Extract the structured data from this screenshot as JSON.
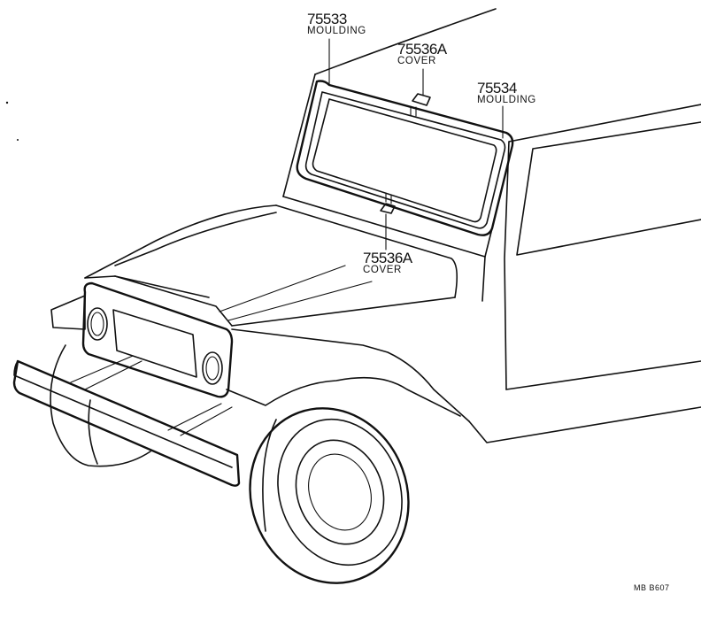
{
  "callouts": [
    {
      "part_number": "75533",
      "name": "MOULDING"
    },
    {
      "part_number": "75536A",
      "name": "COVER"
    },
    {
      "part_number": "75534",
      "name": "MOULDING"
    },
    {
      "part_number": "75536A",
      "name": "COVER"
    }
  ],
  "footer": {
    "code": "MB  B607"
  }
}
